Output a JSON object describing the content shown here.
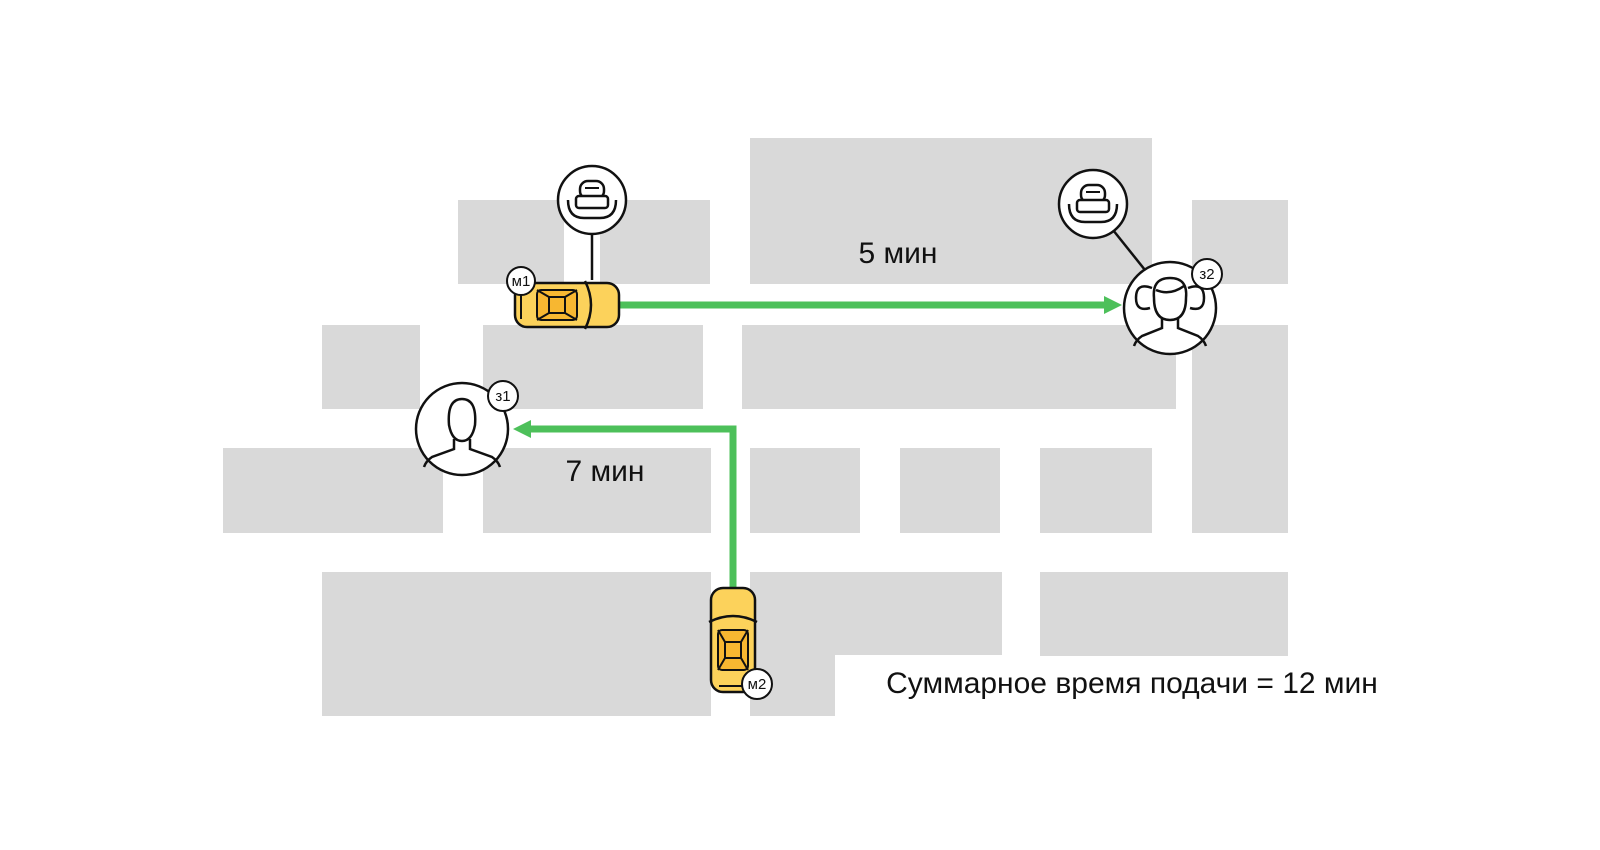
{
  "colors": {
    "block": "#d9d9d9",
    "route": "#4dc05a",
    "car_body": "#fcd25b",
    "car_window": "#f7b731",
    "outline": "#111111"
  },
  "routes": [
    {
      "label": "5 мин",
      "car": "м1",
      "client": "з2"
    },
    {
      "label": "7 мин",
      "car": "м2",
      "client": "з1"
    }
  ],
  "cars": [
    {
      "badge": "м1",
      "icon": "car-icon"
    },
    {
      "badge": "м2",
      "icon": "car-icon"
    }
  ],
  "clients": [
    {
      "badge": "з1",
      "icon": "man-icon"
    },
    {
      "badge": "з2",
      "icon": "girl-icon"
    }
  ],
  "child_seat_icon": "child-seat-icon",
  "summary": "Суммарное время подачи = 12 мин"
}
